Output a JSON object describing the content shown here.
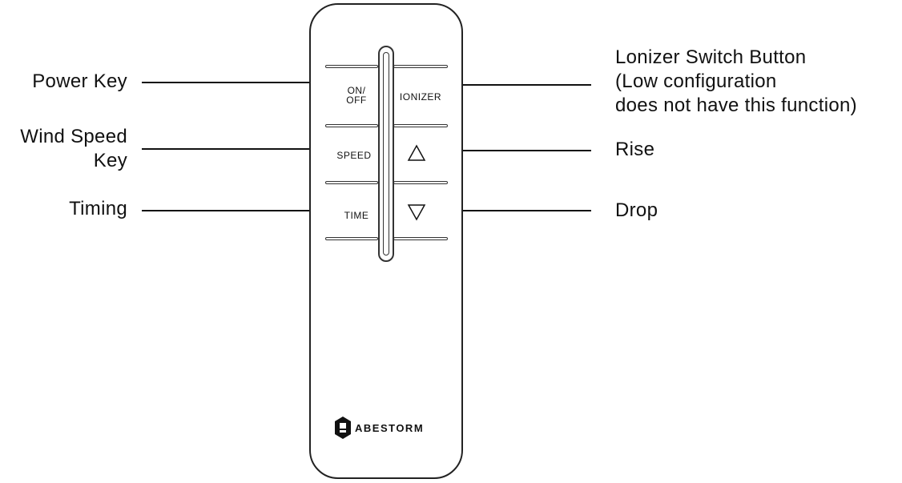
{
  "callouts_left": {
    "power": "Power Key",
    "wind_line1": "Wind Speed",
    "wind_line2": "Key",
    "timing": "Timing"
  },
  "callouts_right": {
    "ionizer_line1": "Lonizer Switch Button",
    "ionizer_line2": "(Low configuration",
    "ionizer_line3": "does not have this function)",
    "rise": "Rise",
    "drop": "Drop"
  },
  "remote": {
    "keys": {
      "on_line1": "ON/",
      "on_line2": "OFF",
      "ionizer": "IONIZER",
      "speed": "SPEED",
      "time": "TIME"
    },
    "icons": {
      "rise": "up-triangle-icon",
      "drop": "down-triangle-icon"
    },
    "brand": "ABESTORM"
  }
}
